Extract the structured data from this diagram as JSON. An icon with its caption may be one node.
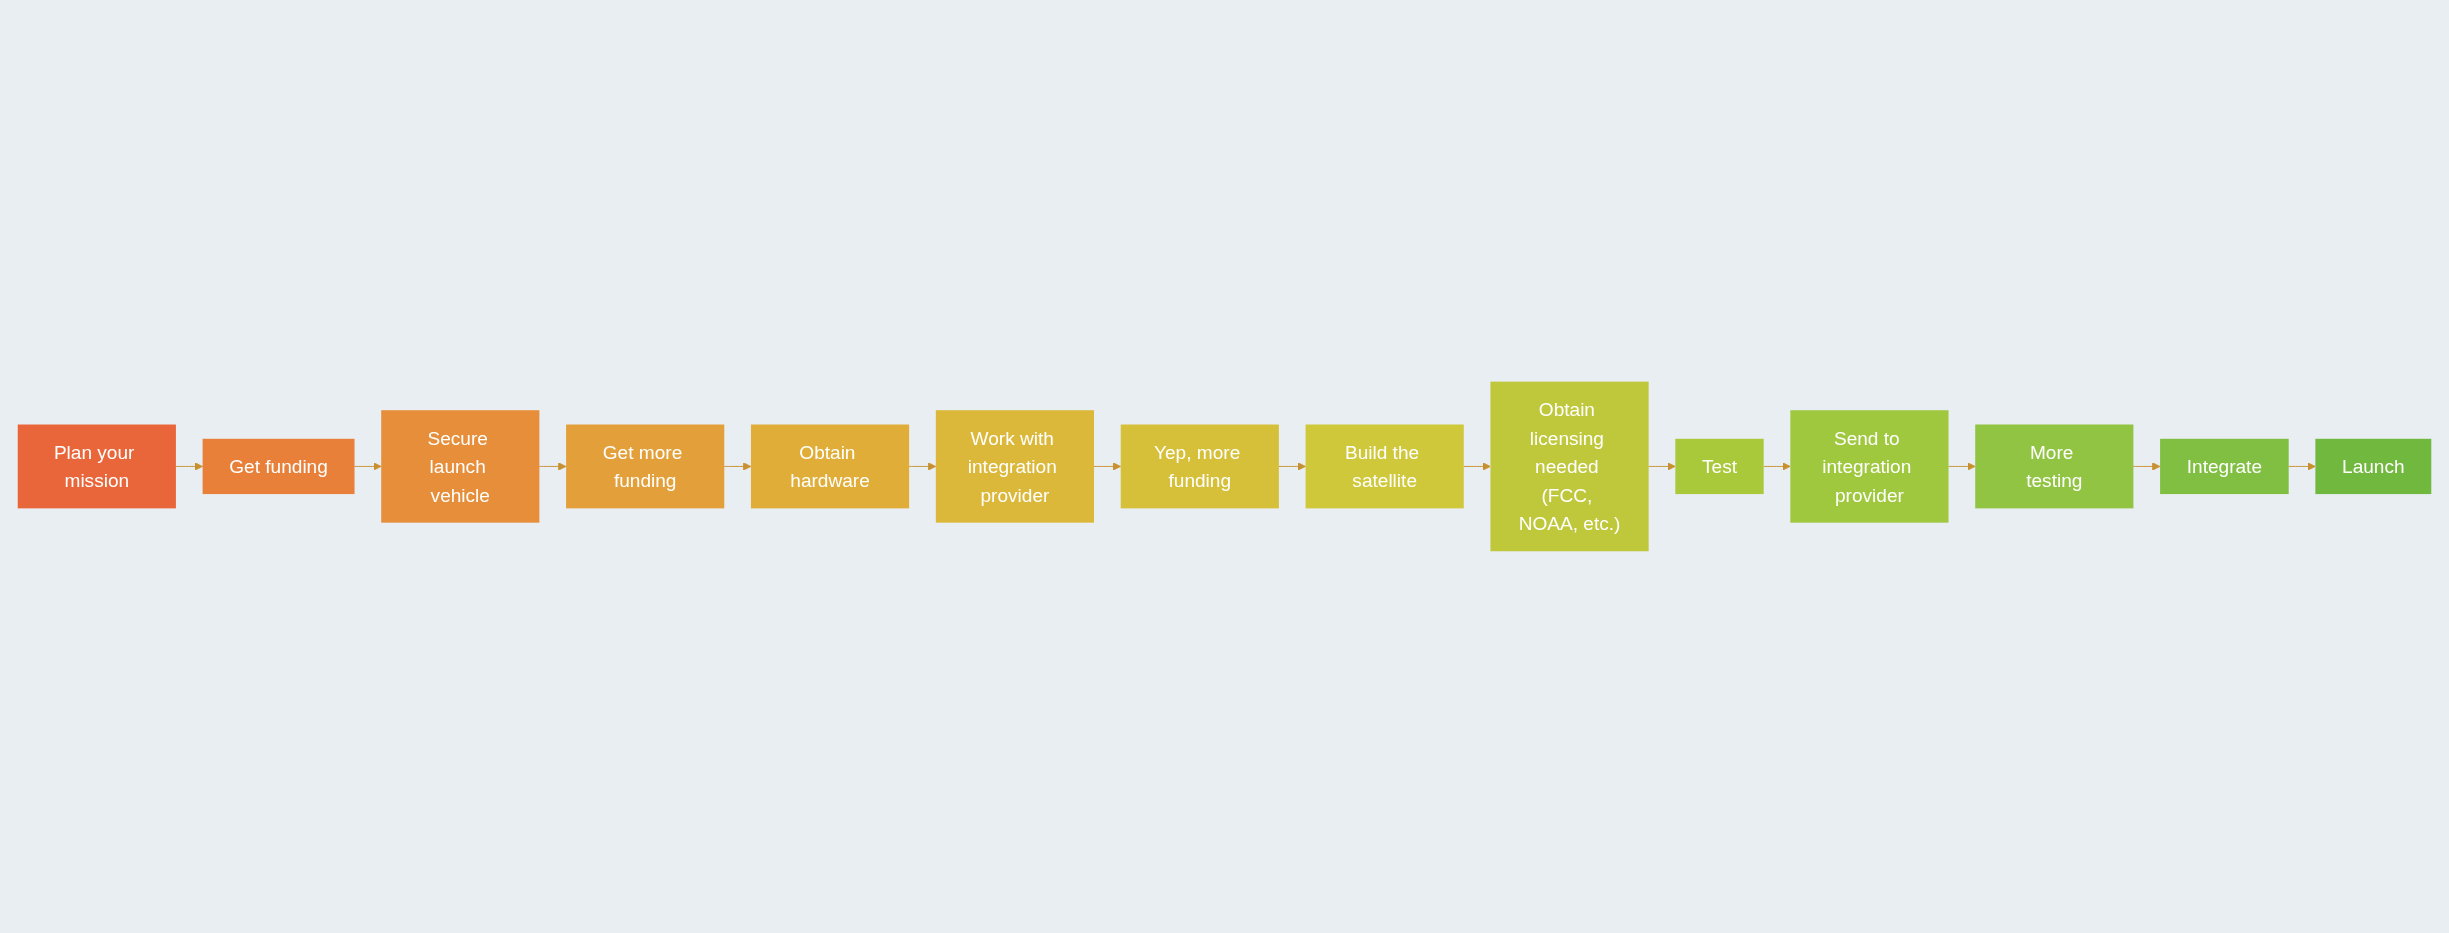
{
  "diagram": {
    "nodes": [
      {
        "text": [
          "Plan your mission"
        ]
      },
      {
        "text": [
          "Get funding"
        ]
      },
      {
        "text": [
          "Secure launch vehicle"
        ]
      },
      {
        "text": [
          "Get more funding"
        ]
      },
      {
        "text": [
          "Obtain hardware"
        ]
      },
      {
        "text": [
          "Work with integration provider"
        ]
      },
      {
        "text": [
          "Yep, more funding"
        ]
      },
      {
        "text": [
          "Build the satellite"
        ]
      },
      {
        "text": [
          "Obtain licensing needed (FCC, NOAA, etc.)"
        ]
      },
      {
        "text": [
          "Test"
        ]
      },
      {
        "text": [
          "Send to integration provider"
        ]
      },
      {
        "text": [
          "More testing"
        ]
      },
      {
        "text": [
          "Integrate"
        ]
      },
      {
        "text": [
          "Launch"
        ]
      }
    ],
    "edges": [
      {
        "from": 0,
        "to": 1,
        "arrow": "to"
      },
      {
        "from": 1,
        "to": 2,
        "arrow": "to"
      },
      {
        "from": 2,
        "to": 3,
        "arrow": "to"
      },
      {
        "from": 3,
        "to": 4,
        "arrow": "to"
      },
      {
        "from": 4,
        "to": 5,
        "arrow": "to"
      },
      {
        "from": 5,
        "to": 6,
        "arrow": "to"
      },
      {
        "from": 6,
        "to": 7,
        "arrow": "to"
      },
      {
        "from": 7,
        "to": 8,
        "arrow": "to"
      },
      {
        "from": 8,
        "to": 9,
        "arrow": "to"
      },
      {
        "from": 9,
        "to": 10,
        "arrow": "to"
      },
      {
        "from": 10,
        "to": 11,
        "arrow": "to"
      },
      {
        "from": 11,
        "to": 12,
        "arrow": "to"
      },
      {
        "from": 12,
        "to": 13,
        "arrow": "to"
      }
    ]
  }
}
